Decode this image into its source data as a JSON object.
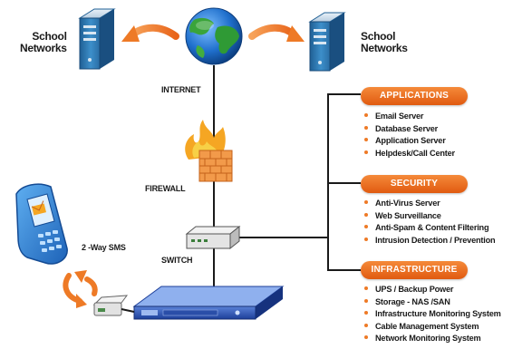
{
  "networks": {
    "left_label": "School\nNetworks",
    "right_label": "School\nNetworks"
  },
  "nodes": {
    "internet": "INTERNET",
    "firewall": "FIREWALL",
    "switch": "SWITCH",
    "sms": "2 -Way SMS"
  },
  "categories": [
    {
      "title": "APPLICATIONS",
      "items": [
        "Email Server",
        "Database Server",
        "Application Server",
        "Helpdesk/Call Center"
      ]
    },
    {
      "title": "SECURITY",
      "items": [
        "Anti-Virus Server",
        "Web Surveillance",
        "Anti-Spam & Content Filtering",
        "Intrusion Detection / Prevention"
      ]
    },
    {
      "title": "INFRASTRUCTURE",
      "items": [
        "UPS / Backup Power",
        "Storage - NAS /SAN",
        "Infrastructure Monitoring System",
        "Cable Management System",
        "Network Monitoring System"
      ]
    }
  ],
  "colors": {
    "accent": "#ee7a26",
    "line": "#1a1a1a",
    "server": "#2e7fb8"
  }
}
